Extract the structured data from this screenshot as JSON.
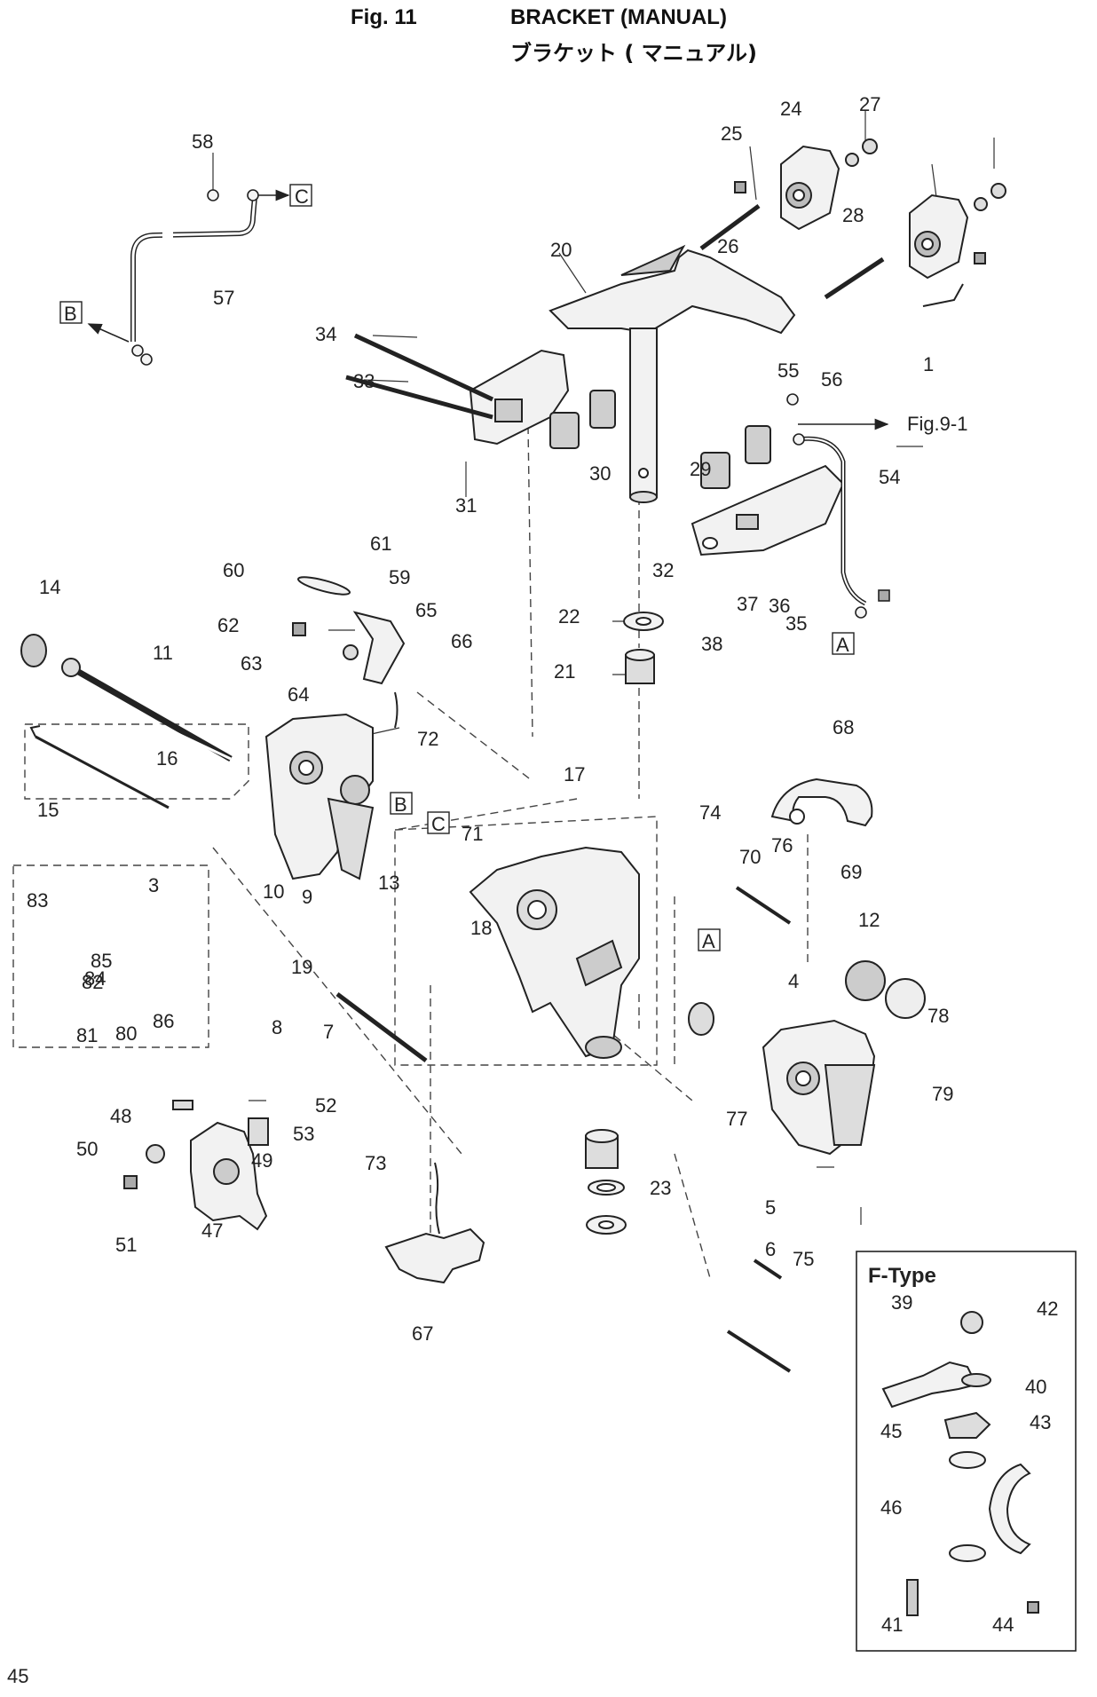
{
  "header": {
    "fig": "Fig. 11",
    "title_en": "BRACKET (MANUAL)",
    "title_ja": "ブラケット ( マニュアル)"
  },
  "page_number": "45",
  "inset": {
    "title": "F-Type"
  },
  "ref_boxes": {
    "a": "A",
    "b": "B",
    "c": "C"
  },
  "fig_ref": "Fig.9-1",
  "callouts": [
    "1",
    "3",
    "4",
    "5",
    "6",
    "7",
    "8",
    "9",
    "10",
    "11",
    "12",
    "13",
    "14",
    "15",
    "16",
    "17",
    "18",
    "19",
    "20",
    "21",
    "22",
    "23",
    "24",
    "25",
    "26",
    "27",
    "28",
    "29",
    "30",
    "31",
    "32",
    "33",
    "34",
    "35",
    "36",
    "37",
    "38",
    "39",
    "40",
    "41",
    "42",
    "43",
    "44",
    "45",
    "46",
    "47",
    "48",
    "49",
    "50",
    "51",
    "52",
    "53",
    "54",
    "55",
    "56",
    "57",
    "58",
    "59",
    "60",
    "61",
    "62",
    "63",
    "64",
    "65",
    "66",
    "67",
    "68",
    "69",
    "70",
    "71",
    "72",
    "73",
    "74",
    "75",
    "76",
    "77",
    "78",
    "79",
    "80",
    "81",
    "82",
    "83",
    "84",
    "85",
    "86"
  ],
  "colors": {
    "line": "#2a2a2a",
    "part_fill": "#f2f2f2",
    "part_shade": "#bdbdbd",
    "dark": "#4a4a4a"
  }
}
